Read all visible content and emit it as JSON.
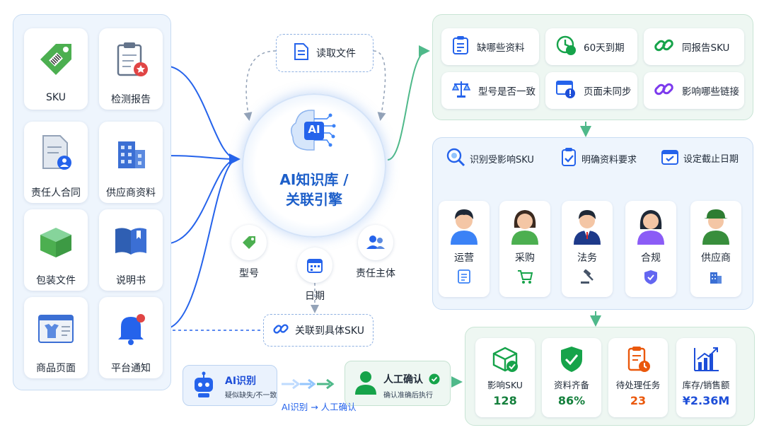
{
  "sources": [
    {
      "label": "SKU",
      "icon": "price-tag-icon"
    },
    {
      "label": "检测报告",
      "icon": "clipboard-report-icon"
    },
    {
      "label": "责任人合同",
      "icon": "contract-person-icon"
    },
    {
      "label": "供应商资料",
      "icon": "building-icon"
    },
    {
      "label": "包装文件",
      "icon": "package-box-icon"
    },
    {
      "label": "说明书",
      "icon": "manual-book-icon"
    },
    {
      "label": "商品页面",
      "icon": "product-page-icon"
    },
    {
      "label": "平台通知",
      "icon": "notification-bell-icon"
    }
  ],
  "engine": {
    "badge": "AI",
    "title_line1": "AI知识库 /",
    "title_line2": "关联引擎"
  },
  "read_file": "读取文件",
  "attributes": {
    "model": "型号",
    "date": "日期",
    "owner": "责任主体"
  },
  "link_sku": "关联到具体SKU",
  "checks": [
    {
      "label": "缺哪些资料",
      "icon": "checklist-icon"
    },
    {
      "label": "60天到期",
      "icon": "clock-60-icon"
    },
    {
      "label": "同报告SKU",
      "icon": "link-icon"
    },
    {
      "label": "型号是否一致",
      "icon": "scale-icon"
    },
    {
      "label": "页面未同步",
      "icon": "page-alert-icon"
    },
    {
      "label": "影响哪些链接",
      "icon": "chain-icon"
    }
  ],
  "steps": [
    {
      "label": "识别受影响SKU",
      "icon": "target-search-icon"
    },
    {
      "label": "明确资料要求",
      "icon": "doc-check-icon"
    },
    {
      "label": "设定截止日期",
      "icon": "calendar-check-icon"
    }
  ],
  "roles": [
    {
      "label": "运营",
      "icon": "list-doc-icon"
    },
    {
      "label": "采购",
      "icon": "shopping-cart-icon"
    },
    {
      "label": "法务",
      "icon": "gavel-icon"
    },
    {
      "label": "合规",
      "icon": "shield-check-icon"
    },
    {
      "label": "供应商",
      "icon": "building-icon"
    }
  ],
  "stats": [
    {
      "label": "影响SKU",
      "value": "128",
      "color": "#15803d",
      "icon": "box-check-icon"
    },
    {
      "label": "资料齐备",
      "value": "86%",
      "color": "#15803d",
      "icon": "shield-check-icon"
    },
    {
      "label": "待处理任务",
      "value": "23",
      "color": "#ea580c",
      "icon": "task-clock-icon"
    },
    {
      "label": "库存/销售额",
      "value": "¥2.36M",
      "color": "#1d4ed8",
      "icon": "bar-chart-icon"
    }
  ],
  "ai_flow": {
    "ai_title": "AI识别",
    "ai_sub": "疑似缺失/不一致",
    "human_title": "人工确认",
    "human_sub": "确认准确后执行",
    "caption": "AI识别 → 人工确认"
  },
  "colors": {
    "blue": "#2563eb",
    "green": "#16a34a",
    "orange": "#ea580c"
  }
}
